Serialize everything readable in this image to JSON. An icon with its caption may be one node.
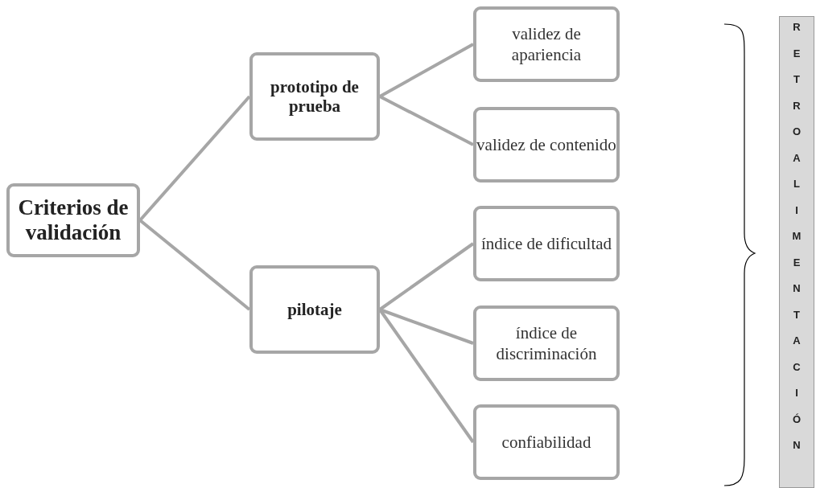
{
  "diagram": {
    "nodes": [
      {
        "text": [
          "Criterios de validación"
        ]
      },
      {
        "text": [
          "prototipo de prueba"
        ]
      },
      {
        "text": [
          "pilotaje"
        ]
      },
      {
        "text": [
          "validez de apariencia"
        ]
      },
      {
        "text": [
          "validez de contenido"
        ]
      },
      {
        "text": [
          "índice de dificultad"
        ]
      },
      {
        "text": [
          "índice de discriminación"
        ]
      },
      {
        "text": [
          "confiabilidad"
        ]
      },
      {
        "text": [
          "RETROALIMENTACIÓN"
        ]
      }
    ],
    "edges": [
      {
        "from": 0,
        "to": 1,
        "arrow": "none"
      },
      {
        "from": 0,
        "to": 2,
        "arrow": "none"
      },
      {
        "from": 1,
        "to": 3,
        "arrow": "none"
      },
      {
        "from": 1,
        "to": 4,
        "arrow": "none"
      },
      {
        "from": 2,
        "to": 5,
        "arrow": "none"
      },
      {
        "from": 2,
        "to": 6,
        "arrow": "none"
      },
      {
        "from": 2,
        "to": 7,
        "arrow": "none"
      }
    ]
  }
}
